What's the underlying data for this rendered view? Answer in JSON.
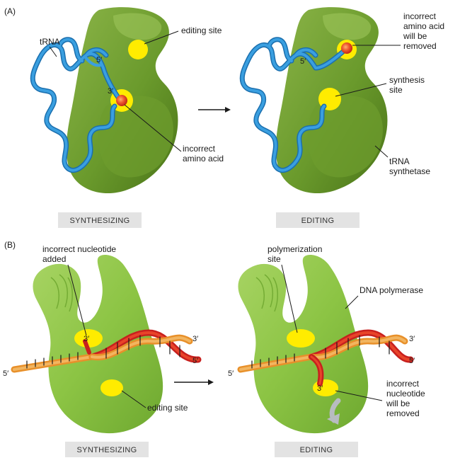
{
  "panel_a": {
    "letter": "(A)",
    "left": {
      "trna_label": "tRNA",
      "five_prime": "5′",
      "three_prime": "3′",
      "editing_site_label": "editing site",
      "incorrect_aa_lines": [
        "incorrect",
        "amino acid"
      ],
      "stage_label": "SYNTHESIZING"
    },
    "right": {
      "five_prime": "5′",
      "removed_lines": [
        "incorrect",
        "amino acid",
        "will be",
        "removed"
      ],
      "synthesis_site_lines": [
        "synthesis",
        "site"
      ],
      "synthetase_lines": [
        "tRNA",
        "synthetase"
      ],
      "stage_label": "EDITING"
    }
  },
  "panel_b": {
    "letter": "(B)",
    "left": {
      "incorrect_nt_lines": [
        "incorrect nucleotide",
        "added"
      ],
      "three_prime_site": "3′",
      "three_prime_end": "3′",
      "five_prime_right": "5′",
      "five_prime_left": "5′",
      "editing_site_label": "editing site",
      "stage_label": "SYNTHESIZING"
    },
    "right": {
      "polymerization_lines": [
        "polymerization",
        "site"
      ],
      "polymerase_label": "DNA polymerase",
      "three_prime_end": "3′",
      "five_prime_right": "5′",
      "five_prime_left": "5′",
      "three_prime_site": "3′",
      "removed_lines": [
        "incorrect",
        "nucleotide",
        "will be",
        "removed"
      ],
      "stage_label": "EDITING"
    }
  },
  "colors": {
    "enzyme_dark_green": "#5f8a26",
    "enzyme_light_green": "#8dc447",
    "trna_blue": "#2a8ad0",
    "site_yellow": "#ffec00",
    "amino_acid_red": "#e8442a",
    "dna_red": "#c8201e",
    "dna_orange": "#e8902a",
    "stage_box_gray": "#e3e3e3"
  },
  "icons": [
    "arrow-right-icon",
    "curved-return-arrow-icon"
  ]
}
